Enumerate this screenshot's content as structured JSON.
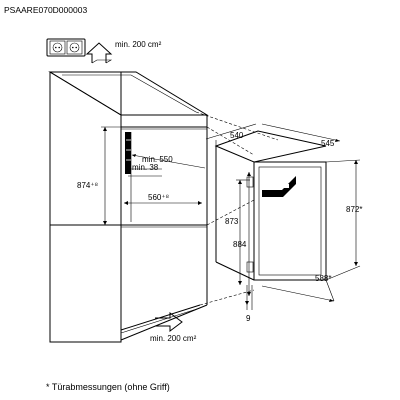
{
  "header": {
    "code": "PSAARE070D000003"
  },
  "ventilation": {
    "top_label": "min. 200 cm²",
    "bottom_label": "min. 200 cm²"
  },
  "cabinet_dims": {
    "min_550": "min. 550",
    "min_38": "min. 38",
    "width_560": "560⁺⁸",
    "height_874": "874⁺⁸"
  },
  "appliance_dims": {
    "depth_540": "540",
    "depth_545": "545",
    "height_873": "873",
    "height_884": "884",
    "height_872": "872*",
    "width_588": "588*",
    "gap_9": "9"
  },
  "footnote": "*  Türabmessungen (ohne Griff)"
}
